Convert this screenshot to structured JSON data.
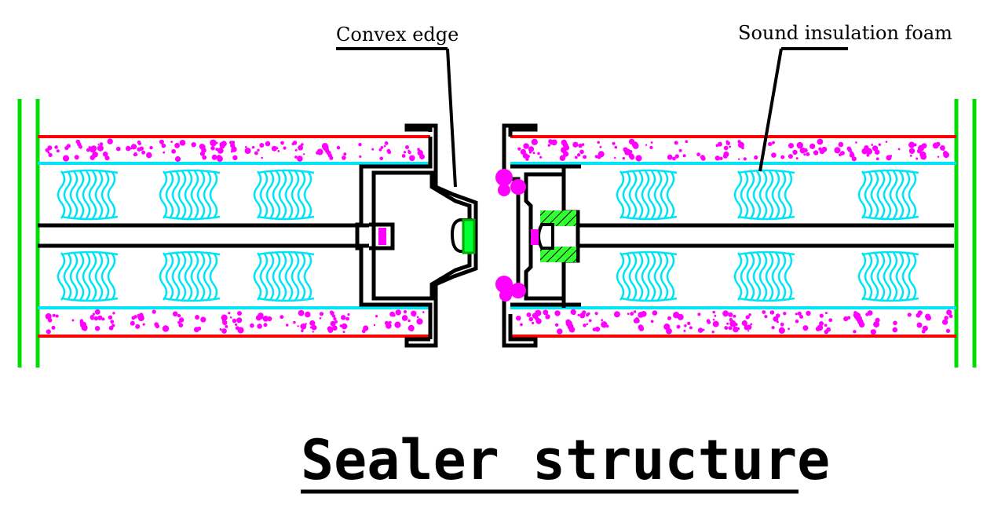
{
  "labels": {
    "convex_edge": "Convex edge",
    "sound_insulation_foam": "Sound insulation foam"
  },
  "title": "Sealer structure",
  "colors": {
    "frame": "#00dd00",
    "facing": "#ff0000",
    "inner_liner": "#00e5f5",
    "foam_dots": "#ff00ff",
    "profile": "#000000",
    "seal_insert": "#33ff33"
  }
}
